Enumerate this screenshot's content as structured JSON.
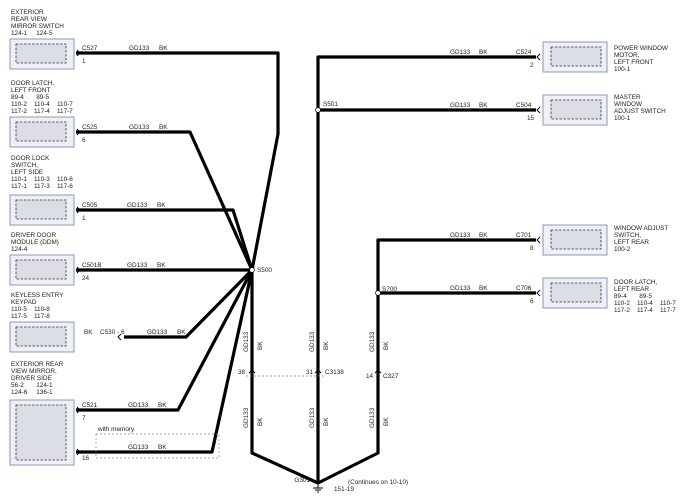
{
  "components": {
    "ext_mirror_switch": {
      "lines": [
        "EXTERIOR",
        "REAR VIEW",
        "MIRROR SWITCH",
        "124-1     124-5"
      ],
      "connector": "C527",
      "pin": "1"
    },
    "door_latch_lf": {
      "lines": [
        "DOOR LATCH,",
        "LEFT FRONT",
        "89-4       89-5",
        "110-2    110-4    110-7",
        "117-2    117-4    117-7"
      ],
      "connector": "C525",
      "pin": "6"
    },
    "door_lock_switch": {
      "lines": [
        "DOOR LOCK",
        "SWITCH,",
        "LEFT SIDE",
        "110-1    110-3    110-6",
        "117-1    117-3    117-6"
      ],
      "connector": "C505",
      "pin": "1"
    },
    "ddm": {
      "lines": [
        "DRIVER DOOR",
        "MODULE (DDM)",
        "124-4"
      ],
      "connector": "C501B",
      "pin": "24"
    },
    "keyless_keypad": {
      "lines": [
        "KEYLESS ENTRY",
        "KEYPAD",
        "110-5    110-8",
        "117-5    117-8"
      ],
      "connector": "C530 - 6",
      "wire_color_left": "BK"
    },
    "ext_mirror_driver": {
      "lines": [
        "EXTERIOR REAR",
        "VIEW MIRROR,",
        "DRIVER SIDE",
        "56-2       124-1",
        "124-6     136-1"
      ],
      "connector": "C521",
      "pin": "7",
      "pin2": "16",
      "memory_label": "with memory"
    },
    "power_window_motor": {
      "lines": [
        "POWER WINDOW",
        "MOTOR,",
        "LEFT FRONT",
        "100-1"
      ],
      "connector": "C524",
      "pin": "2"
    },
    "master_window_switch": {
      "lines": [
        "MASTER",
        "WINDOW",
        "ADJUST SWITCH",
        "100-1"
      ],
      "connector": "C504",
      "pin": "15"
    },
    "window_switch_lr": {
      "lines": [
        "WINDOW ADJUST",
        "SWITCH,",
        "LEFT REAR",
        "100-2"
      ],
      "connector": "C701",
      "pin": "8"
    },
    "door_latch_lr": {
      "lines": [
        "DOOR LATCH,",
        "LEFT REAR",
        "89-4       89-5",
        "110-2    110-4    110-7",
        "117-2    117-4    117-7"
      ],
      "connector": "C706",
      "pin": "6"
    }
  },
  "wire": {
    "circuit": "GD133",
    "color": "BK"
  },
  "splices": {
    "s500": "S500",
    "s501": "S501",
    "s700": "S700"
  },
  "inline_connectors": {
    "c3138": "C3138",
    "c327": "C327",
    "pin38": "38",
    "pin31": "31",
    "pin14": "14"
  },
  "ground": {
    "name": "G301",
    "ref": "151-19",
    "note": "(Continues on 10-10)"
  }
}
